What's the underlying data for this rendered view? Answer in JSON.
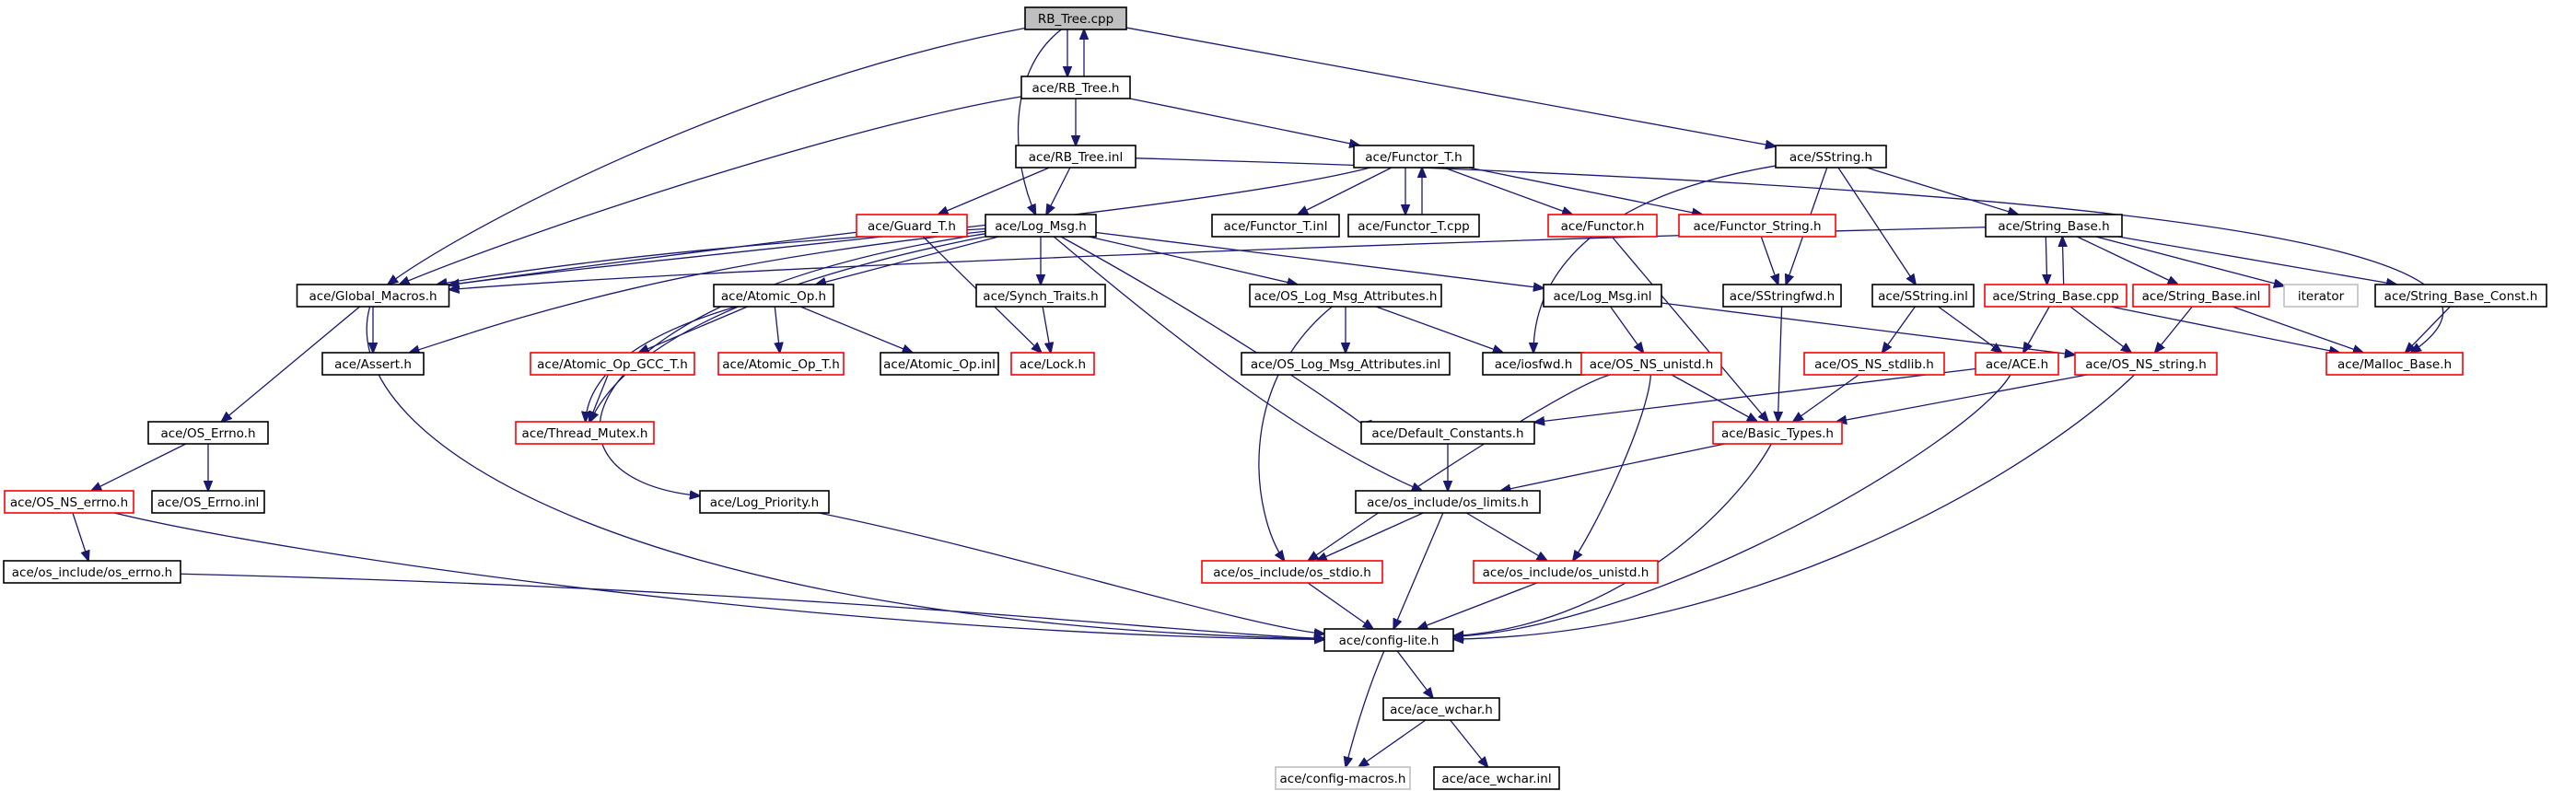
{
  "graph": {
    "colors": {
      "edge": "#191970",
      "node_border_default": "#000000",
      "node_border_incomplete": "#ff0000",
      "node_border_external": "#bfbfbf",
      "node_fill_root": "#bfbfbf",
      "node_fill_default": "#ffffff",
      "text": "#000000"
    },
    "nodes": [
      {
        "id": "rb_tree_cpp",
        "label": "RB_Tree.cpp",
        "style": "root"
      },
      {
        "id": "rb_tree_h",
        "label": "ace/RB_Tree.h",
        "style": "default"
      },
      {
        "id": "rb_tree_inl",
        "label": "ace/RB_Tree.inl",
        "style": "default"
      },
      {
        "id": "functor_t_h",
        "label": "ace/Functor_T.h",
        "style": "default"
      },
      {
        "id": "sstring_h",
        "label": "ace/SString.h",
        "style": "default"
      },
      {
        "id": "guard_t_h",
        "label": "ace/Guard_T.h",
        "style": "incomplete"
      },
      {
        "id": "log_msg_h",
        "label": "ace/Log_Msg.h",
        "style": "default"
      },
      {
        "id": "functor_t_inl",
        "label": "ace/Functor_T.inl",
        "style": "default"
      },
      {
        "id": "functor_t_cpp",
        "label": "ace/Functor_T.cpp",
        "style": "default"
      },
      {
        "id": "functor_h",
        "label": "ace/Functor.h",
        "style": "incomplete"
      },
      {
        "id": "functor_string_h",
        "label": "ace/Functor_String.h",
        "style": "incomplete"
      },
      {
        "id": "string_base_h",
        "label": "ace/String_Base.h",
        "style": "default"
      },
      {
        "id": "global_macros_h",
        "label": "ace/Global_Macros.h",
        "style": "default"
      },
      {
        "id": "atomic_op_h",
        "label": "ace/Atomic_Op.h",
        "style": "default"
      },
      {
        "id": "synch_traits_h",
        "label": "ace/Synch_Traits.h",
        "style": "default"
      },
      {
        "id": "os_log_msg_attributes_h",
        "label": "ace/OS_Log_Msg_Attributes.h",
        "style": "default"
      },
      {
        "id": "log_msg_inl",
        "label": "ace/Log_Msg.inl",
        "style": "default"
      },
      {
        "id": "sstringfwd_h",
        "label": "ace/SStringfwd.h",
        "style": "default"
      },
      {
        "id": "sstring_inl",
        "label": "ace/SString.inl",
        "style": "default"
      },
      {
        "id": "string_base_cpp",
        "label": "ace/String_Base.cpp",
        "style": "incomplete"
      },
      {
        "id": "string_base_inl",
        "label": "ace/String_Base.inl",
        "style": "incomplete"
      },
      {
        "id": "iterator",
        "label": "iterator",
        "style": "external"
      },
      {
        "id": "string_base_const_h",
        "label": "ace/String_Base_Const.h",
        "style": "default"
      },
      {
        "id": "assert_h",
        "label": "ace/Assert.h",
        "style": "default"
      },
      {
        "id": "atomic_op_gcc_t_h",
        "label": "ace/Atomic_Op_GCC_T.h",
        "style": "incomplete"
      },
      {
        "id": "atomic_op_t_h",
        "label": "ace/Atomic_Op_T.h",
        "style": "incomplete"
      },
      {
        "id": "atomic_op_inl",
        "label": "ace/Atomic_Op.inl",
        "style": "default"
      },
      {
        "id": "lock_h",
        "label": "ace/Lock.h",
        "style": "incomplete"
      },
      {
        "id": "os_log_msg_attributes_inl",
        "label": "ace/OS_Log_Msg_Attributes.inl",
        "style": "default"
      },
      {
        "id": "iosfwd_h",
        "label": "ace/iosfwd.h",
        "style": "default"
      },
      {
        "id": "os_ns_unistd_h",
        "label": "ace/OS_NS_unistd.h",
        "style": "incomplete"
      },
      {
        "id": "os_ns_stdlib_h",
        "label": "ace/OS_NS_stdlib.h",
        "style": "incomplete"
      },
      {
        "id": "ace_h",
        "label": "ace/ACE.h",
        "style": "incomplete"
      },
      {
        "id": "os_ns_string_h",
        "label": "ace/OS_NS_string.h",
        "style": "incomplete"
      },
      {
        "id": "malloc_base_h",
        "label": "ace/Malloc_Base.h",
        "style": "incomplete"
      },
      {
        "id": "os_errno_h",
        "label": "ace/OS_Errno.h",
        "style": "default"
      },
      {
        "id": "thread_mutex_h",
        "label": "ace/Thread_Mutex.h",
        "style": "incomplete"
      },
      {
        "id": "default_constants_h",
        "label": "ace/Default_Constants.h",
        "style": "default"
      },
      {
        "id": "basic_types_h",
        "label": "ace/Basic_Types.h",
        "style": "incomplete"
      },
      {
        "id": "os_ns_errno_h",
        "label": "ace/OS_NS_errno.h",
        "style": "incomplete"
      },
      {
        "id": "os_errno_inl",
        "label": "ace/OS_Errno.inl",
        "style": "default"
      },
      {
        "id": "log_priority_h",
        "label": "ace/Log_Priority.h",
        "style": "default"
      },
      {
        "id": "os_limits_h",
        "label": "ace/os_include/os_limits.h",
        "style": "default"
      },
      {
        "id": "os_errno_inc_h",
        "label": "ace/os_include/os_errno.h",
        "style": "default"
      },
      {
        "id": "os_stdio_h",
        "label": "ace/os_include/os_stdio.h",
        "style": "incomplete"
      },
      {
        "id": "os_unistd_h",
        "label": "ace/os_include/os_unistd.h",
        "style": "incomplete"
      },
      {
        "id": "config_lite_h",
        "label": "ace/config-lite.h",
        "style": "default"
      },
      {
        "id": "ace_wchar_h",
        "label": "ace/ace_wchar.h",
        "style": "default"
      },
      {
        "id": "config_macros_h",
        "label": "ace/config-macros.h",
        "style": "external"
      },
      {
        "id": "ace_wchar_inl",
        "label": "ace/ace_wchar.inl",
        "style": "default"
      }
    ],
    "edges": [
      [
        "rb_tree_cpp",
        "rb_tree_h"
      ],
      [
        "rb_tree_h",
        "rb_tree_cpp"
      ],
      [
        "rb_tree_cpp",
        "global_macros_h"
      ],
      [
        "rb_tree_cpp",
        "log_msg_h"
      ],
      [
        "rb_tree_cpp",
        "sstring_h"
      ],
      [
        "rb_tree_h",
        "rb_tree_inl"
      ],
      [
        "rb_tree_h",
        "functor_t_h"
      ],
      [
        "rb_tree_h",
        "global_macros_h"
      ],
      [
        "rb_tree_inl",
        "guard_t_h"
      ],
      [
        "rb_tree_inl",
        "log_msg_h"
      ],
      [
        "rb_tree_inl",
        "malloc_base_h"
      ],
      [
        "functor_t_h",
        "functor_t_inl"
      ],
      [
        "functor_t_h",
        "functor_t_cpp"
      ],
      [
        "functor_t_cpp",
        "functor_t_h"
      ],
      [
        "functor_t_h",
        "functor_h"
      ],
      [
        "functor_t_h",
        "functor_string_h"
      ],
      [
        "functor_t_h",
        "global_macros_h"
      ],
      [
        "functor_h",
        "basic_types_h"
      ],
      [
        "functor_string_h",
        "sstringfwd_h"
      ],
      [
        "sstring_h",
        "sstringfwd_h"
      ],
      [
        "sstring_h",
        "string_base_h"
      ],
      [
        "sstring_h",
        "sstring_inl"
      ],
      [
        "sstring_h",
        "iosfwd_h"
      ],
      [
        "guard_t_h",
        "lock_h"
      ],
      [
        "guard_t_h",
        "global_macros_h"
      ],
      [
        "log_msg_h",
        "global_macros_h"
      ],
      [
        "log_msg_h",
        "assert_h"
      ],
      [
        "log_msg_h",
        "atomic_op_h"
      ],
      [
        "log_msg_h",
        "synch_traits_h"
      ],
      [
        "log_msg_h",
        "os_log_msg_attributes_h"
      ],
      [
        "log_msg_h",
        "log_msg_inl"
      ],
      [
        "log_msg_h",
        "default_constants_h"
      ],
      [
        "log_msg_h",
        "log_priority_h"
      ],
      [
        "log_msg_h",
        "os_limits_h"
      ],
      [
        "log_msg_h",
        "thread_mutex_h"
      ],
      [
        "string_base_h",
        "string_base_cpp"
      ],
      [
        "string_base_cpp",
        "string_base_h"
      ],
      [
        "string_base_h",
        "string_base_inl"
      ],
      [
        "string_base_h",
        "iterator"
      ],
      [
        "string_base_h",
        "string_base_const_h"
      ],
      [
        "string_base_h",
        "global_macros_h"
      ],
      [
        "string_base_cpp",
        "ace_h"
      ],
      [
        "string_base_cpp",
        "os_ns_string_h"
      ],
      [
        "string_base_cpp",
        "malloc_base_h"
      ],
      [
        "string_base_inl",
        "os_ns_string_h"
      ],
      [
        "string_base_inl",
        "malloc_base_h"
      ],
      [
        "string_base_const_h",
        "malloc_base_h"
      ],
      [
        "global_macros_h",
        "assert_h"
      ],
      [
        "global_macros_h",
        "os_errno_h"
      ],
      [
        "global_macros_h",
        "config_lite_h"
      ],
      [
        "atomic_op_h",
        "atomic_op_gcc_t_h"
      ],
      [
        "atomic_op_h",
        "atomic_op_t_h"
      ],
      [
        "atomic_op_h",
        "atomic_op_inl"
      ],
      [
        "atomic_op_h",
        "thread_mutex_h"
      ],
      [
        "atomic_op_gcc_t_h",
        "thread_mutex_h"
      ],
      [
        "synch_traits_h",
        "lock_h"
      ],
      [
        "os_log_msg_attributes_h",
        "os_log_msg_attributes_inl"
      ],
      [
        "os_log_msg_attributes_h",
        "iosfwd_h"
      ],
      [
        "os_log_msg_attributes_h",
        "os_stdio_h"
      ],
      [
        "log_msg_inl",
        "os_ns_unistd_h"
      ],
      [
        "log_msg_inl",
        "os_ns_string_h"
      ],
      [
        "sstringfwd_h",
        "basic_types_h"
      ],
      [
        "sstring_inl",
        "os_ns_stdlib_h"
      ],
      [
        "sstring_inl",
        "ace_h"
      ],
      [
        "os_ns_unistd_h",
        "basic_types_h"
      ],
      [
        "os_ns_unistd_h",
        "os_unistd_h"
      ],
      [
        "os_ns_unistd_h",
        "os_stdio_h"
      ],
      [
        "os_ns_stdlib_h",
        "basic_types_h"
      ],
      [
        "ace_h",
        "default_constants_h"
      ],
      [
        "ace_h",
        "config_lite_h"
      ],
      [
        "os_ns_string_h",
        "basic_types_h"
      ],
      [
        "os_ns_string_h",
        "config_lite_h"
      ],
      [
        "os_errno_h",
        "os_ns_errno_h"
      ],
      [
        "os_errno_h",
        "os_errno_inl"
      ],
      [
        "os_ns_errno_h",
        "os_errno_inc_h"
      ],
      [
        "os_ns_errno_h",
        "config_lite_h"
      ],
      [
        "default_constants_h",
        "os_limits_h"
      ],
      [
        "basic_types_h",
        "os_limits_h"
      ],
      [
        "basic_types_h",
        "config_lite_h"
      ],
      [
        "log_priority_h",
        "config_lite_h"
      ],
      [
        "os_limits_h",
        "os_stdio_h"
      ],
      [
        "os_limits_h",
        "os_unistd_h"
      ],
      [
        "os_limits_h",
        "config_lite_h"
      ],
      [
        "os_errno_inc_h",
        "config_lite_h"
      ],
      [
        "os_stdio_h",
        "config_lite_h"
      ],
      [
        "os_unistd_h",
        "config_lite_h"
      ],
      [
        "config_lite_h",
        "ace_wchar_h"
      ],
      [
        "config_lite_h",
        "config_macros_h"
      ],
      [
        "ace_wchar_h",
        "config_macros_h"
      ],
      [
        "ace_wchar_h",
        "ace_wchar_inl"
      ]
    ]
  }
}
